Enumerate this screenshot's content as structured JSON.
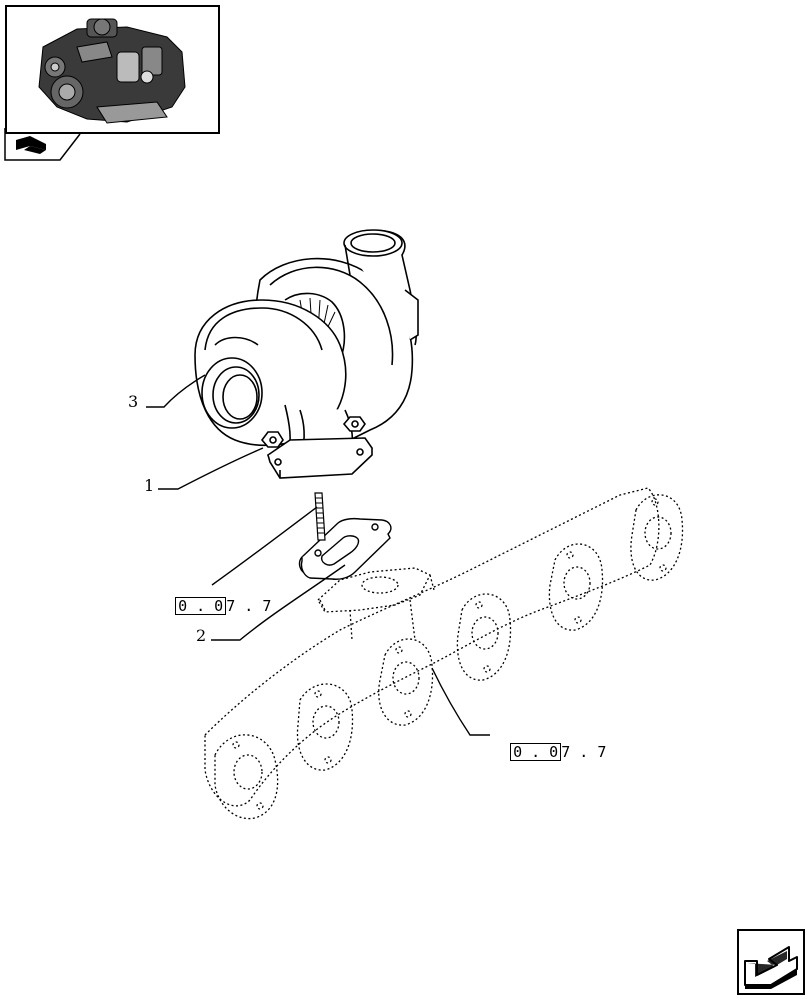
{
  "callouts": {
    "item_1": "1",
    "item_2": "2",
    "item_3": "3"
  },
  "references": [
    {
      "boxed": "0 . 0",
      "rest": "7 . 7"
    },
    {
      "boxed": "0 . 0",
      "rest": "7 . 7"
    }
  ],
  "icons": {
    "thumbnail": "engine-thumbnail-icon",
    "section_tab": "book-hand-icon",
    "navigation": "next-page-arrow-icon"
  },
  "colors": {
    "line": "#000000",
    "background": "#ffffff"
  }
}
